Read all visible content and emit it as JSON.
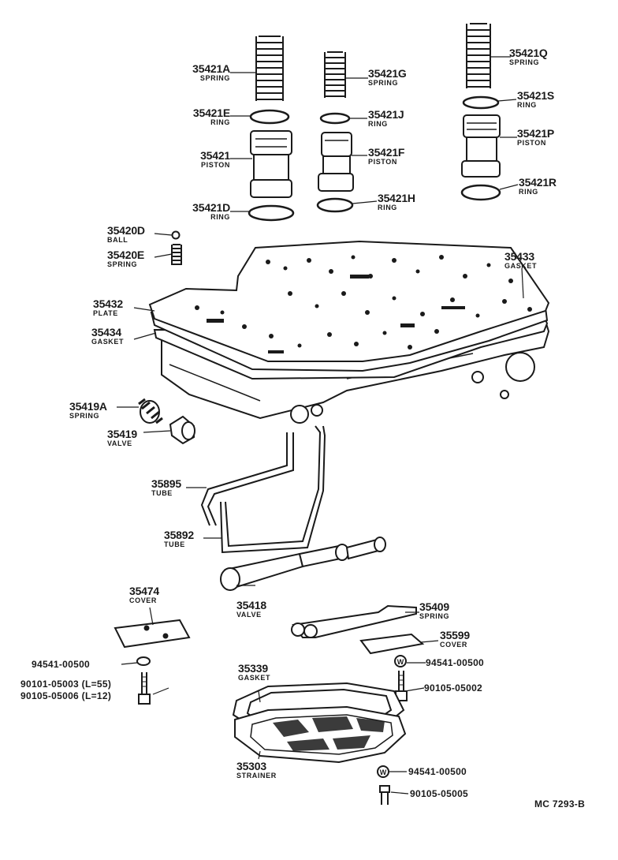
{
  "diagram_code": "MC  7293-B",
  "parts": [
    {
      "id": "35421A",
      "number": "35421A",
      "name": "SPRING"
    },
    {
      "id": "35421E",
      "number": "35421E",
      "name": "RING"
    },
    {
      "id": "35421",
      "number": "35421",
      "name": "PISTON"
    },
    {
      "id": "35421D",
      "number": "35421D",
      "name": "RING"
    },
    {
      "id": "35421G",
      "number": "35421G",
      "name": "SPRING"
    },
    {
      "id": "35421J",
      "number": "35421J",
      "name": "RING"
    },
    {
      "id": "35421F",
      "number": "35421F",
      "name": "PISTON"
    },
    {
      "id": "35421H",
      "number": "35421H",
      "name": "RING"
    },
    {
      "id": "35421Q",
      "number": "35421Q",
      "name": "SPRING"
    },
    {
      "id": "35421S",
      "number": "35421S",
      "name": "RING"
    },
    {
      "id": "35421P",
      "number": "35421P",
      "name": "PISTON"
    },
    {
      "id": "35421R",
      "number": "35421R",
      "name": "RING"
    },
    {
      "id": "35420D",
      "number": "35420D",
      "name": "BALL"
    },
    {
      "id": "35420E",
      "number": "35420E",
      "name": "SPRING"
    },
    {
      "id": "35433",
      "number": "35433",
      "name": "GASKET"
    },
    {
      "id": "35432",
      "number": "35432",
      "name": "PLATE"
    },
    {
      "id": "35434",
      "number": "35434",
      "name": "GASKET"
    },
    {
      "id": "35419A",
      "number": "35419A",
      "name": "SPRING"
    },
    {
      "id": "35419",
      "number": "35419",
      "name": "VALVE"
    },
    {
      "id": "35895",
      "number": "35895",
      "name": "TUBE"
    },
    {
      "id": "35892",
      "number": "35892",
      "name": "TUBE"
    },
    {
      "id": "35418",
      "number": "35418",
      "name": "VALVE"
    },
    {
      "id": "35474",
      "number": "35474",
      "name": "COVER"
    },
    {
      "id": "35409",
      "number": "35409",
      "name": "SPRING"
    },
    {
      "id": "35599",
      "number": "35599",
      "name": "COVER"
    },
    {
      "id": "35339",
      "number": "35339",
      "name": "GASKET"
    },
    {
      "id": "35303",
      "number": "35303",
      "name": "STRAINER"
    }
  ],
  "fasteners": [
    {
      "id": "w-left",
      "number": "94541-00500"
    },
    {
      "id": "b-left-1",
      "number": "90101-05003 (L=55)"
    },
    {
      "id": "b-left-2",
      "number": "90105-05006 (L=12)"
    },
    {
      "id": "w-right",
      "number": "94541-00500"
    },
    {
      "id": "b-right",
      "number": "90105-05002"
    },
    {
      "id": "w-bottom",
      "number": "94541-00500"
    },
    {
      "id": "b-bottom",
      "number": "90105-05005"
    }
  ]
}
